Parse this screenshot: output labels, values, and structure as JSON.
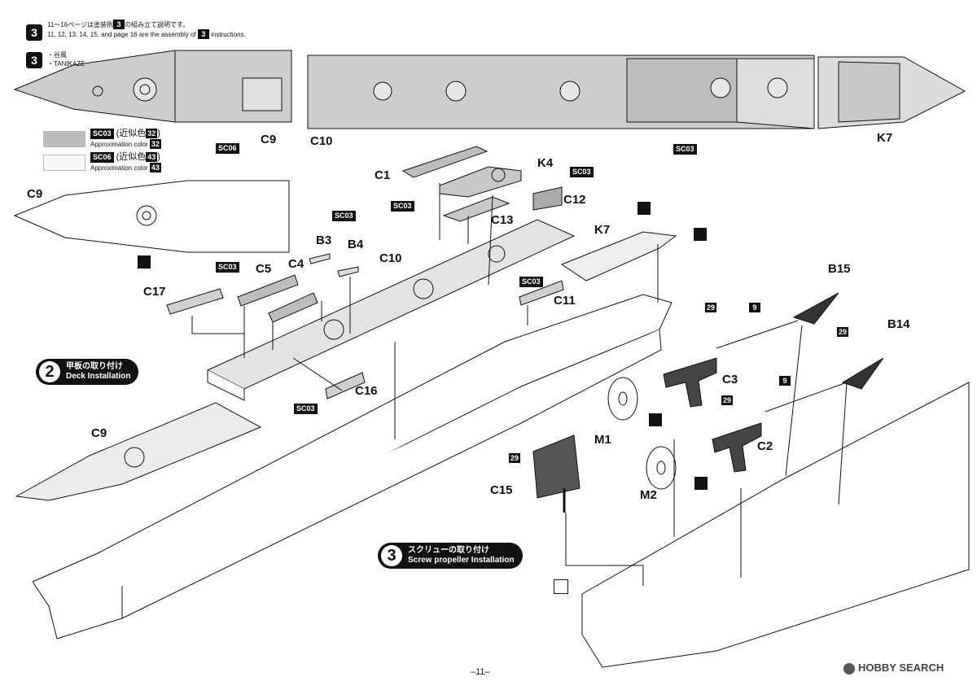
{
  "header": {
    "step_number": "3",
    "line_jp": "11〜16ページは塗装例",
    "line_jp_num": "3",
    "line_jp_tail": "の組み立て説明です。",
    "line_en": "11, 12, 13, 14, 15, and page 16 are the assembly of",
    "line_en_num": "3",
    "line_en_tail": "instructions."
  },
  "variant": {
    "number": "3",
    "name_jp": "・谷風",
    "name_en": "・TANIKAZE"
  },
  "legend": [
    {
      "code": "SC03",
      "jp": "(近似色",
      "num": "32",
      "close": ")",
      "en": "Approximation color",
      "en_num": "32",
      "swatch": "#bcbcbc"
    },
    {
      "code": "SC06",
      "jp": "(近似色",
      "num": "43",
      "close": ")",
      "en": "Approximation color",
      "en_num": "43",
      "swatch": "#f7f7f7"
    }
  ],
  "part_labels": {
    "c9_top": "C9",
    "c10_top": "C10",
    "k7_top": "K7",
    "sc06": "SC06",
    "sc03_top": "SC03",
    "c9_mid": "C9",
    "c1": "C1",
    "k4": "K4",
    "sc03_k4": "SC03",
    "c12": "C12",
    "sc03_group": "SC03",
    "c13": "C13",
    "k7_mid": "K7",
    "sc03_b": "SC03",
    "b3": "B3",
    "b4": "B4",
    "sc03_c5": "SC03",
    "c5": "C5",
    "c4": "C4",
    "c10_mid": "C10",
    "c17": "C17",
    "sc03_c11": "SC03",
    "c11": "C11",
    "c16": "C16",
    "sc03_c16": "SC03",
    "b15": "B15",
    "b14": "B14",
    "c3": "C3",
    "c2": "C2",
    "m1": "M1",
    "m2": "M2",
    "c15": "C15",
    "c9_bot": "C9",
    "n29a": "29",
    "n9a": "9",
    "n29b": "29",
    "n9b": "9",
    "n29c": "29",
    "n29d": "29"
  },
  "steps": {
    "deck": {
      "number": "2",
      "jp": "甲板の取り付け",
      "en": "Deck Installation"
    },
    "screw": {
      "number": "3",
      "jp": "スクリューの取り付け",
      "en": "Screw propeller Installation"
    }
  },
  "footer": {
    "page": "–11–",
    "watermark": "HOBBY SEARCH"
  },
  "colors": {
    "deck_gray": "#c4c4c4",
    "ink": "#111111",
    "hull_white": "#ffffff"
  }
}
